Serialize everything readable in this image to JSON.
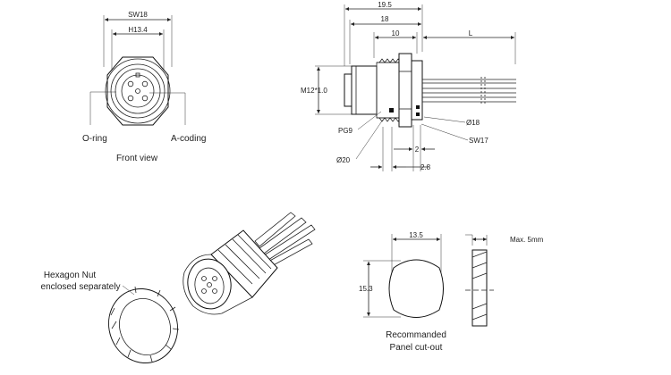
{
  "front_view": {
    "sw": "SW18",
    "hex": "H13.4",
    "oring": "O-ring",
    "coding": "A-coding",
    "caption": "Front view"
  },
  "side_view": {
    "len_total": "19.5",
    "len_body": "18",
    "len_thread": "10",
    "len_cable": "L",
    "thread": "M12*1.0",
    "pg": "PG9",
    "d20": "Ø20",
    "d18": "Ø18",
    "sw17": "SW17",
    "w2": "2",
    "w28": "2.8"
  },
  "iso_view": {
    "nut_label_line1": "Hexagon Nut",
    "nut_label_line2": "enclosed separately"
  },
  "cutout": {
    "width": "13.5",
    "height": "15.3",
    "max": "Max. 5mm",
    "caption_line1": "Recommanded",
    "caption_line2": "Panel cut-out"
  },
  "colors": {
    "line": "#222222",
    "background": "#ffffff"
  }
}
